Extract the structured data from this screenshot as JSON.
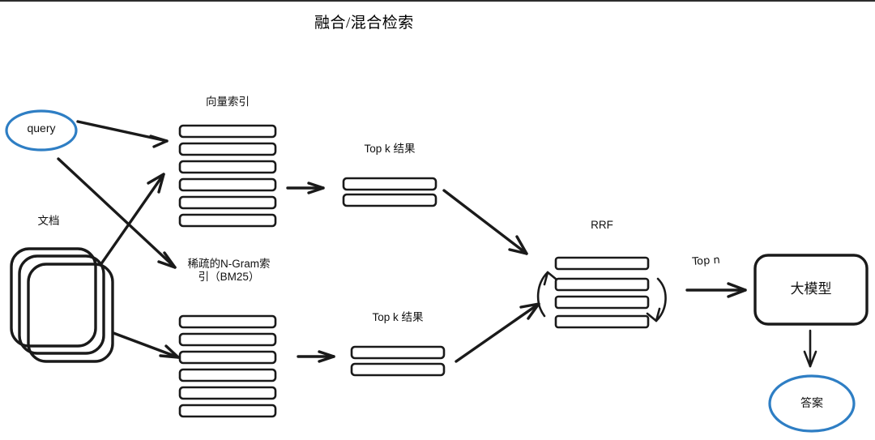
{
  "page": {
    "title": "融合/混合检索",
    "background": "#ffffff",
    "ink_color": "#1a1a1a",
    "accent_blue": "#2e7ec4"
  },
  "nodes": {
    "query": {
      "label": "query",
      "shape": "ellipse",
      "stroke": "#2e7ec4"
    },
    "documents_label": {
      "label": "文档"
    },
    "documents_stack": {
      "sheets": 3,
      "shape": "stacked-rounded-rect"
    },
    "vector_index": {
      "label": "向量索引",
      "bars": 6
    },
    "sparse_index": {
      "label": "稀疏的N-Gram索\n引（BM25）",
      "bars": 6
    },
    "topk_upper": {
      "label": "Top k 结果",
      "bars": 2
    },
    "topk_lower": {
      "label": "Top k 结果",
      "bars": 2
    },
    "rrf": {
      "label": "RRF",
      "bars": 4
    },
    "llm": {
      "label": "大模型",
      "shape": "rounded-rect"
    },
    "answer": {
      "label": "答案",
      "shape": "ellipse",
      "stroke": "#2e7ec4"
    }
  },
  "edge_labels": {
    "top_n": "Top n"
  },
  "icons": {
    "arrow_right": "arrow-right-icon",
    "arrow_down": "arrow-down-icon",
    "curve_up": "curved-arrow-up-icon",
    "curve_down": "curved-arrow-down-icon"
  }
}
